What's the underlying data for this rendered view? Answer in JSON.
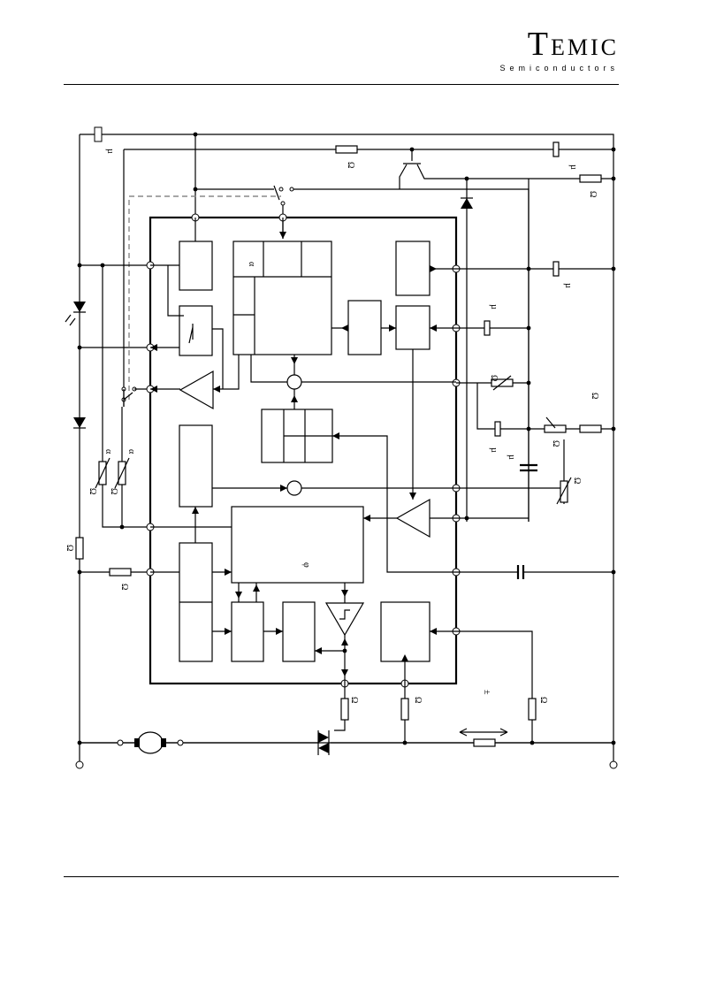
{
  "header": {
    "logo_t": "T",
    "logo_rest": "EMIC",
    "subtitle": "Semiconductors"
  },
  "diagram": {
    "labels": {
      "mu1": "µ",
      "ohm1": "Ω",
      "mu2": "µ",
      "ohm2": "Ω",
      "alpha1": "α",
      "mu3": "µ",
      "ohm3": "Ω",
      "alpha2": "α",
      "alpha3": "α",
      "ohm4": "Ω",
      "ohm5": "Ω",
      "ohm6": "Ω",
      "ohm7": "Ω",
      "mu4": "µ",
      "mu5": "µ",
      "ohm8": "Ω",
      "phi": "φ",
      "ohm9": "Ω",
      "ohm10": "Ω",
      "ohm11": "Ω",
      "ohm12": "Ω",
      "ohm13": "Ω",
      "pm": "±"
    }
  }
}
